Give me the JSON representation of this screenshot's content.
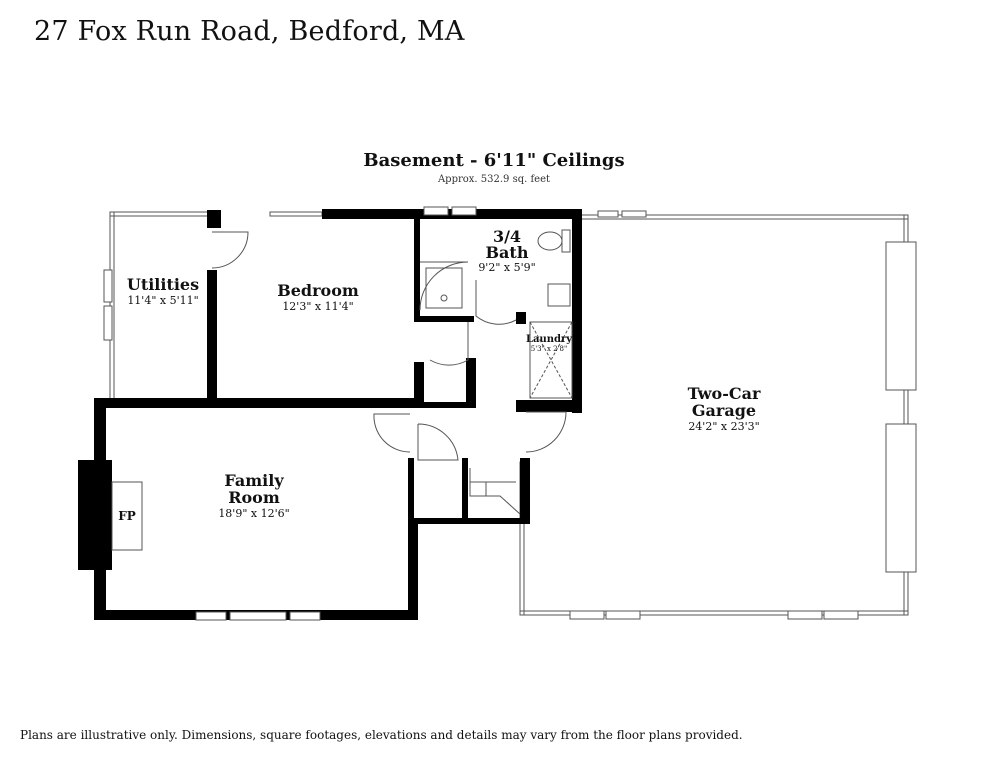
{
  "address": "27 Fox Run Road, Bedford, MA",
  "floor": {
    "title": "Basement - 6'11\" Ceilings",
    "area": "Approx. 532.9 sq. feet"
  },
  "rooms": {
    "utilities": {
      "name": "Utilities",
      "dims": "11'4\" x 5'11\""
    },
    "bedroom": {
      "name": "Bedroom",
      "dims": "12'3\" x 11'4\""
    },
    "bath": {
      "name_line1": "3/4",
      "name_line2": "Bath",
      "dims": "9'2\" x 5'9\""
    },
    "laundry": {
      "name": "Laundry",
      "dims": "5'3\" x 2'8\""
    },
    "garage": {
      "name_line1": "Two-Car",
      "name_line2": "Garage",
      "dims": "24'2\" x 23'3\""
    },
    "family": {
      "name_line1": "Family",
      "name_line2": "Room",
      "dims": "18'9\" x 12'6\""
    },
    "fireplace": {
      "label": "FP"
    }
  },
  "disclaimer": "Plans are illustrative only. Dimensions, square footages, elevations and details may vary from the floor plans provided."
}
